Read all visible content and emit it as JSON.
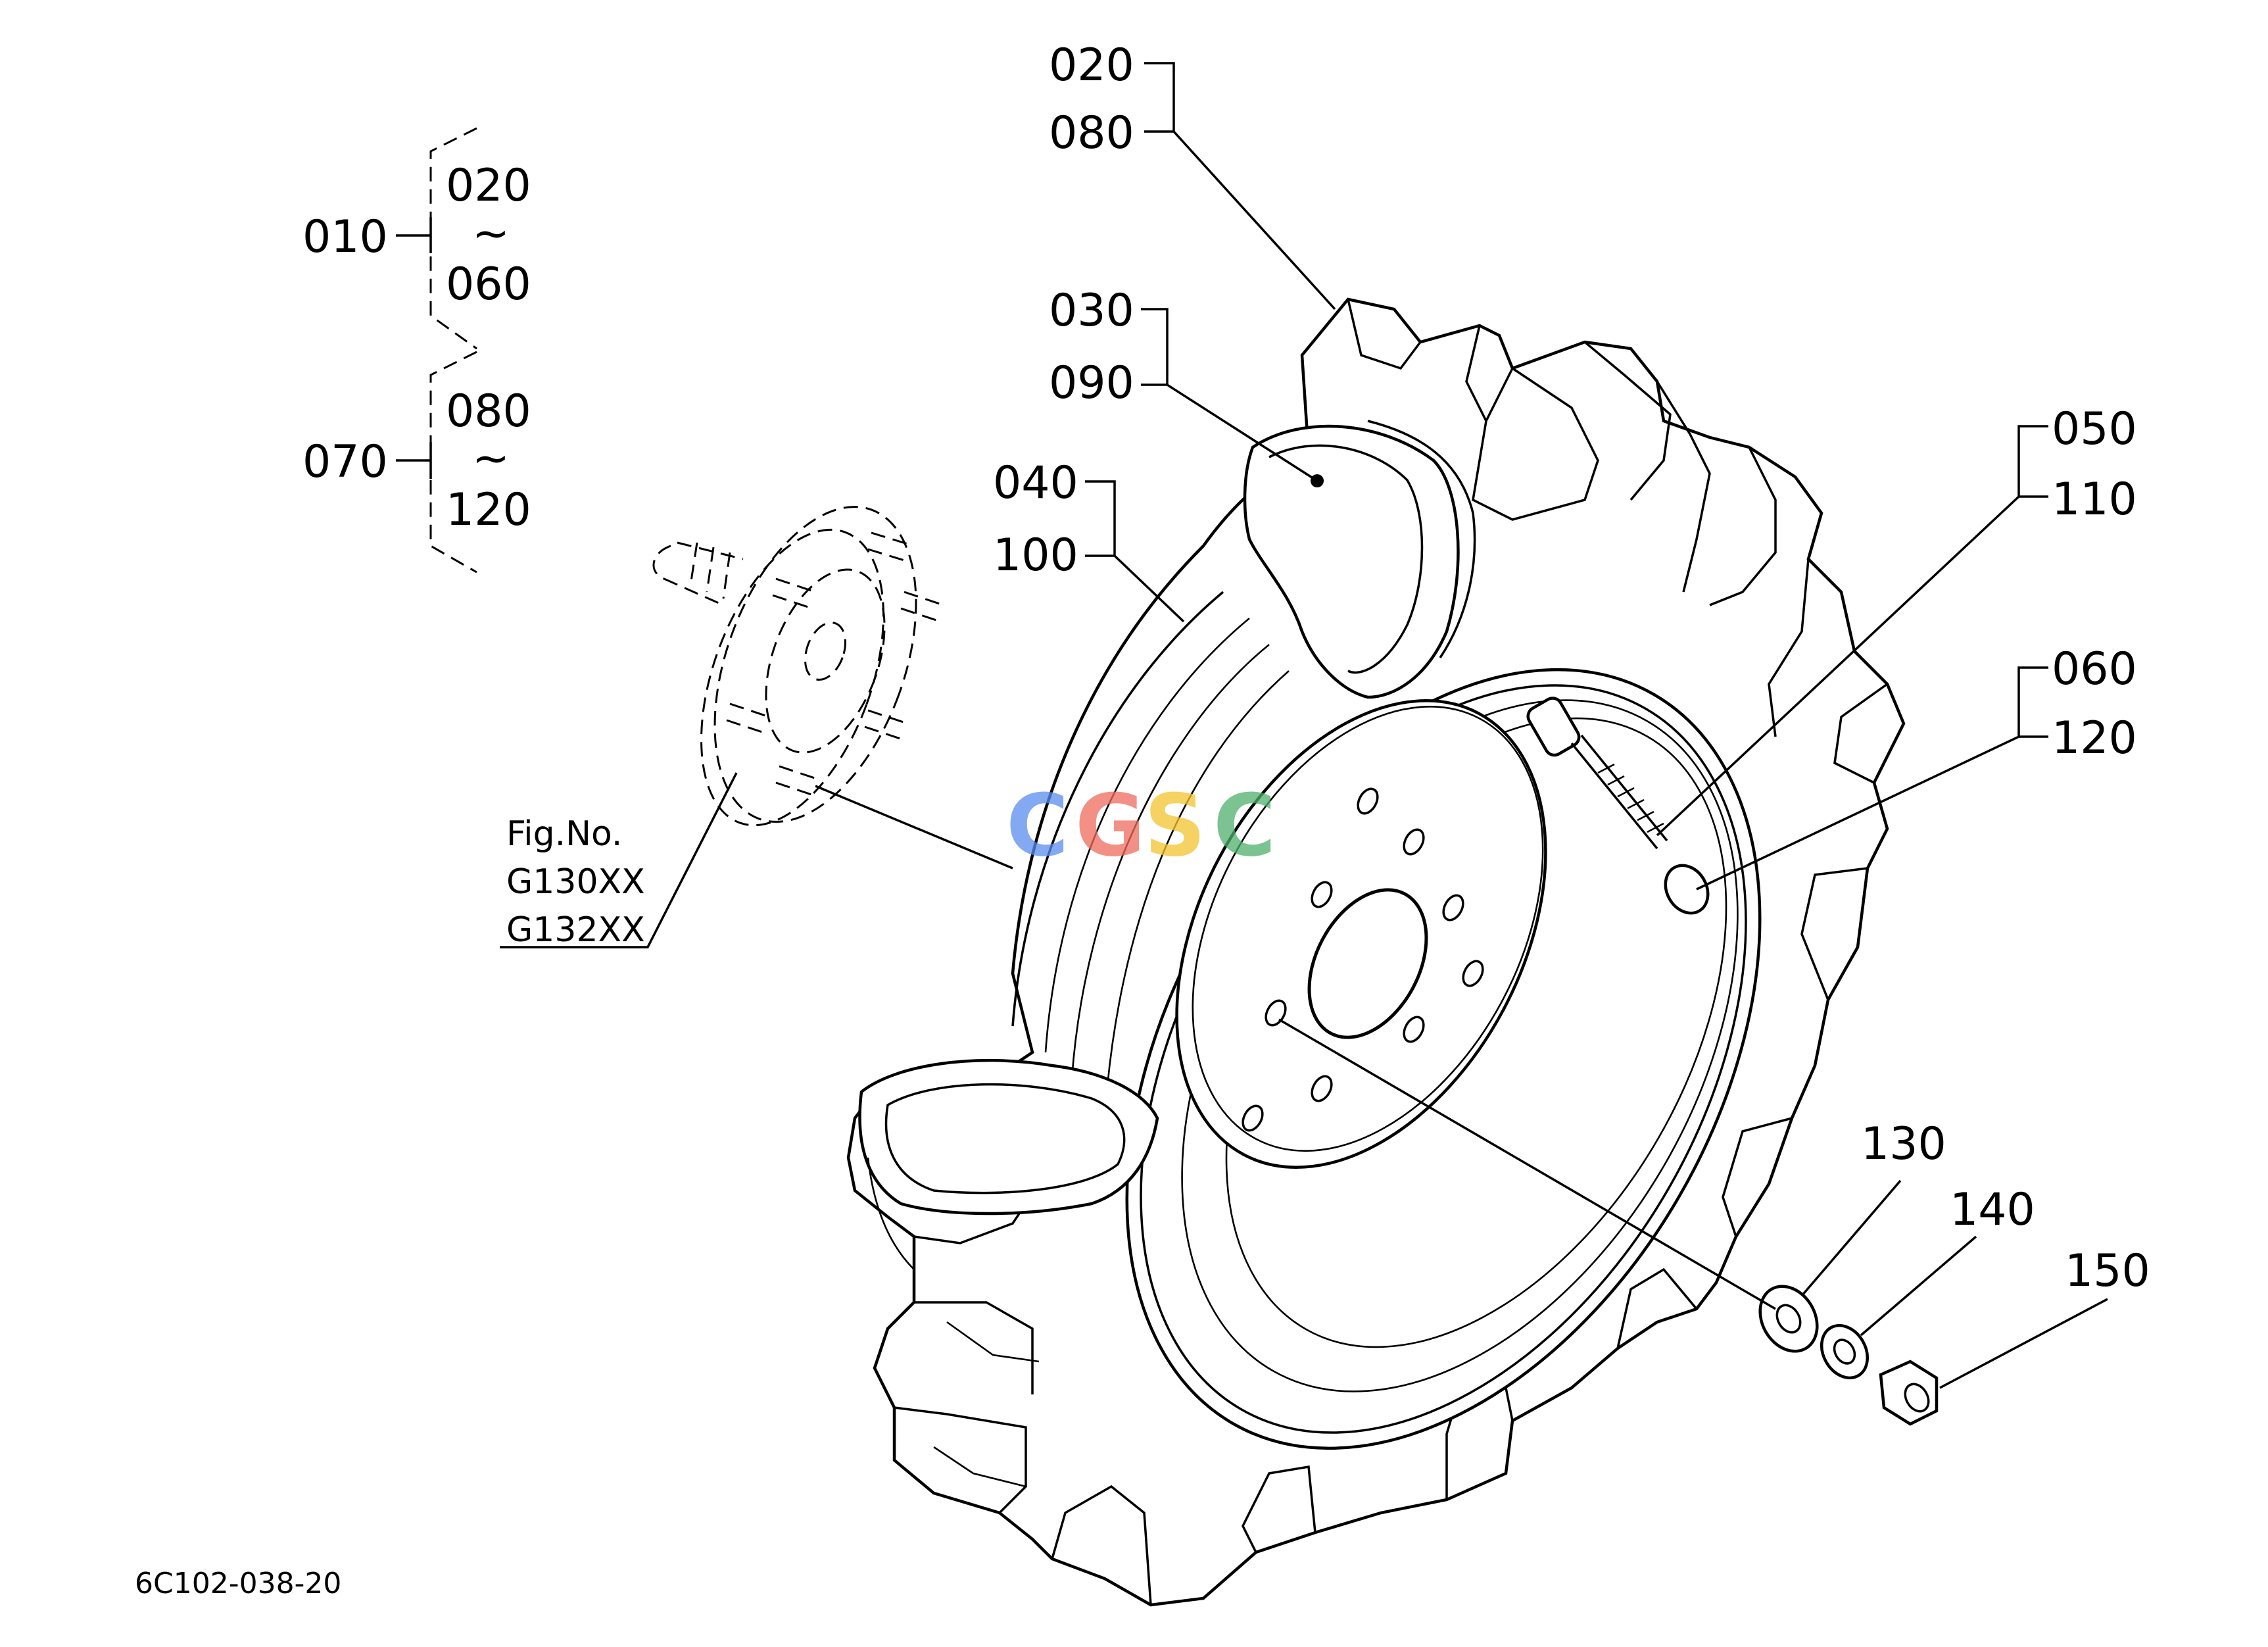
{
  "labels": {
    "p020a": "020",
    "p080a": "080",
    "p030": "030",
    "p090": "090",
    "p040": "040",
    "p100": "100",
    "p050": "050",
    "p110": "110",
    "p060a": "060",
    "p120a": "120",
    "p130": "130",
    "p140": "140",
    "p150": "150"
  },
  "groups": {
    "g010": {
      "id": "010",
      "from": "020",
      "tilde": "~",
      "to": "060"
    },
    "g070": {
      "id": "070",
      "from": "080",
      "tilde": "~",
      "to": "120"
    }
  },
  "figure_ref": {
    "line1": "Fig.No.",
    "line2": "G130XX",
    "line3": "G132XX"
  },
  "watermark": {
    "letters": [
      "C",
      "G",
      "S",
      "C"
    ],
    "colors": [
      "#5a8df0",
      "#ef6b5e",
      "#f4c430",
      "#4fb06d"
    ]
  },
  "drawing_code": "6C102-038-20"
}
